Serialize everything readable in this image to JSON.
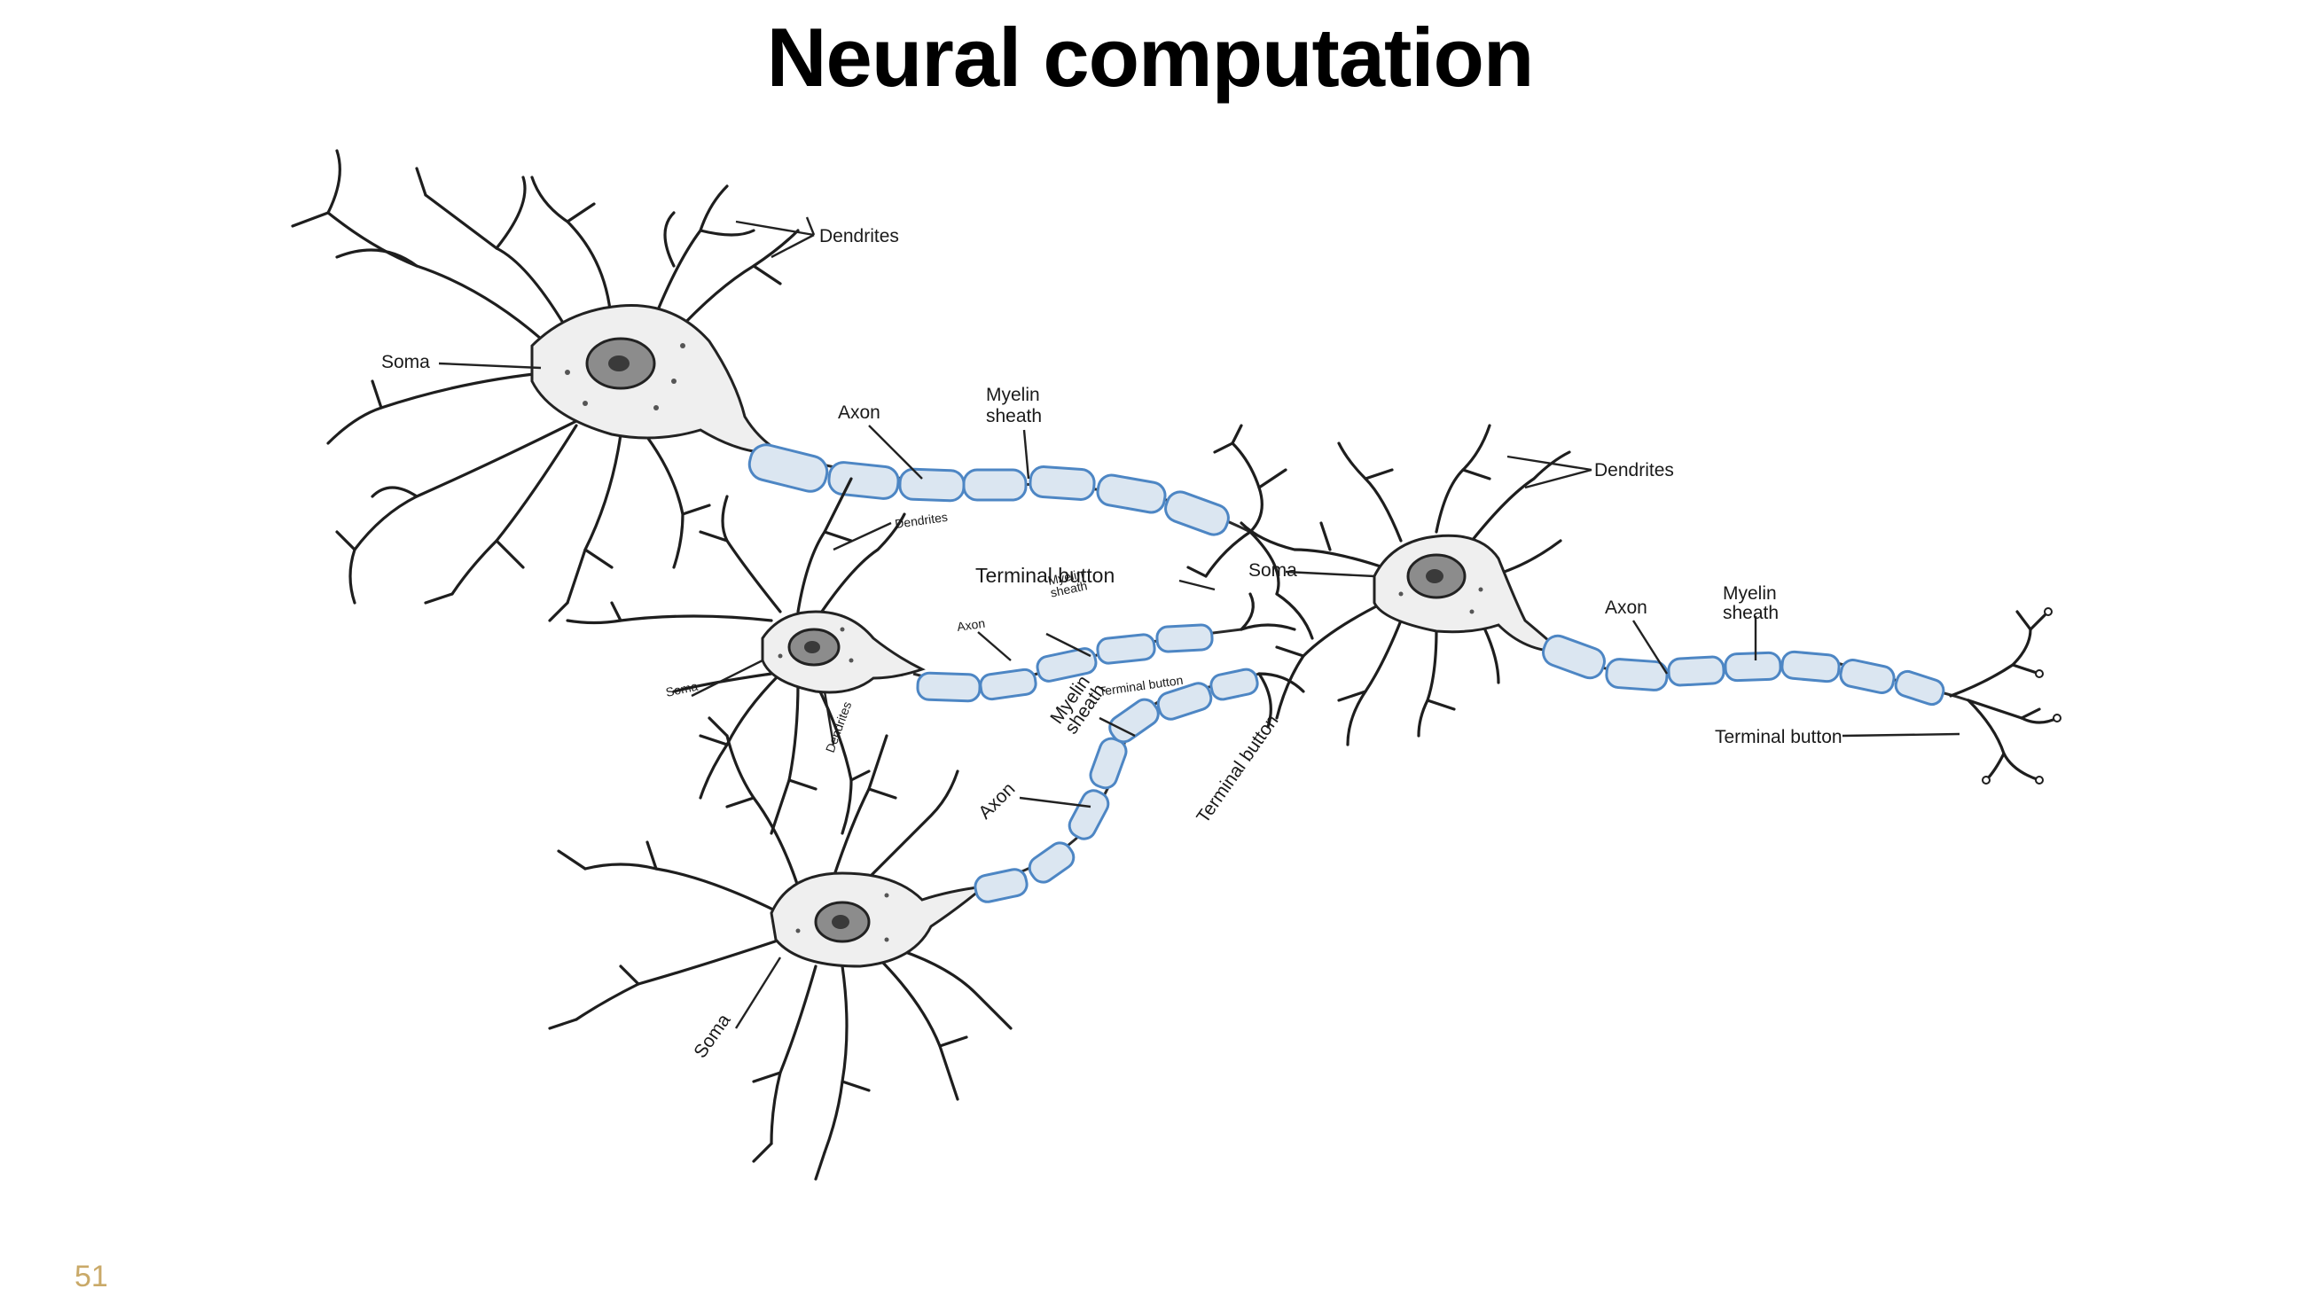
{
  "slide": {
    "title": "Neural computation",
    "page_number": "51"
  },
  "diagram": {
    "labels": {
      "dendrites_top": "Dendrites",
      "soma_top": "Soma",
      "axon_top": "Axon",
      "myelin_top": "Myelin\nsheath",
      "dendrites_middle": "Dendrites",
      "terminal_button_middle": "Terminal button",
      "myelin_middle": "Myelin\nsheath",
      "axon_middle": "Axon",
      "soma_middle": "Soma",
      "dendrites_middle_vertical": "Dendrites",
      "myelin_lower": "Myelin\nsheath",
      "terminal_button_lower": "Terminal button",
      "axon_lower": "Axon",
      "terminal_button_vertical": "Terminal button",
      "soma_bottom": "Soma",
      "dendrites_right": "Dendrites",
      "soma_right": "Soma",
      "axon_right": "Axon",
      "myelin_right": "Myelin\nsheath",
      "terminal_button_right": "Terminal button"
    },
    "colors": {
      "myelin_fill": "#dbe6f1",
      "myelin_stroke": "#4d86c4",
      "page_number": "#c9a968"
    }
  }
}
